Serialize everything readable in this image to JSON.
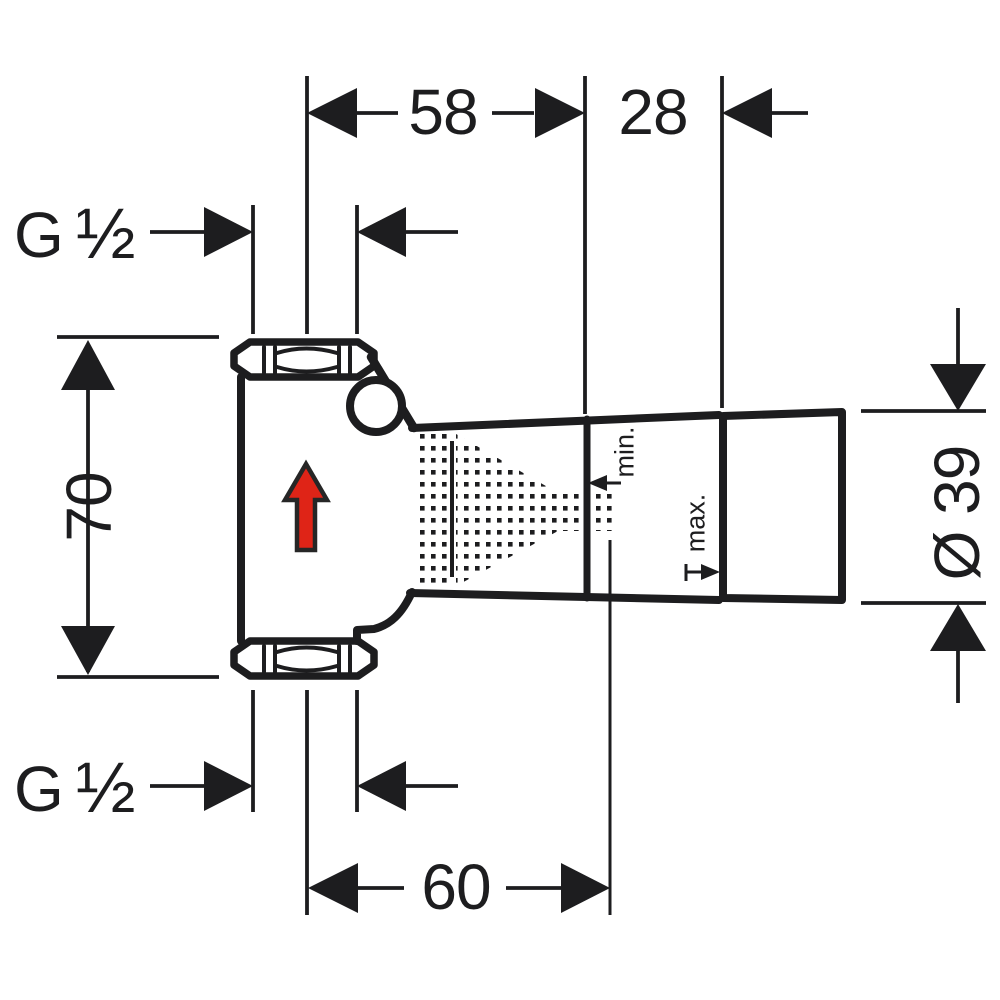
{
  "meta": {
    "background": "#ffffff",
    "ink": "#1d1d1f",
    "accent_red": "#df2417",
    "drawing_description": "technical dimension drawing of a concealed shut-off valve rough set"
  },
  "dims": {
    "width_58": "58",
    "offset_28": "28",
    "height_70": "70",
    "depth_60": "60",
    "sleeve_diameter": "Ø 39",
    "min_label": "min.",
    "max_label": "max."
  },
  "thread_top": {
    "prefix": "G",
    "fraction": "½"
  },
  "thread_bottom": {
    "prefix": "G",
    "fraction": "½"
  }
}
